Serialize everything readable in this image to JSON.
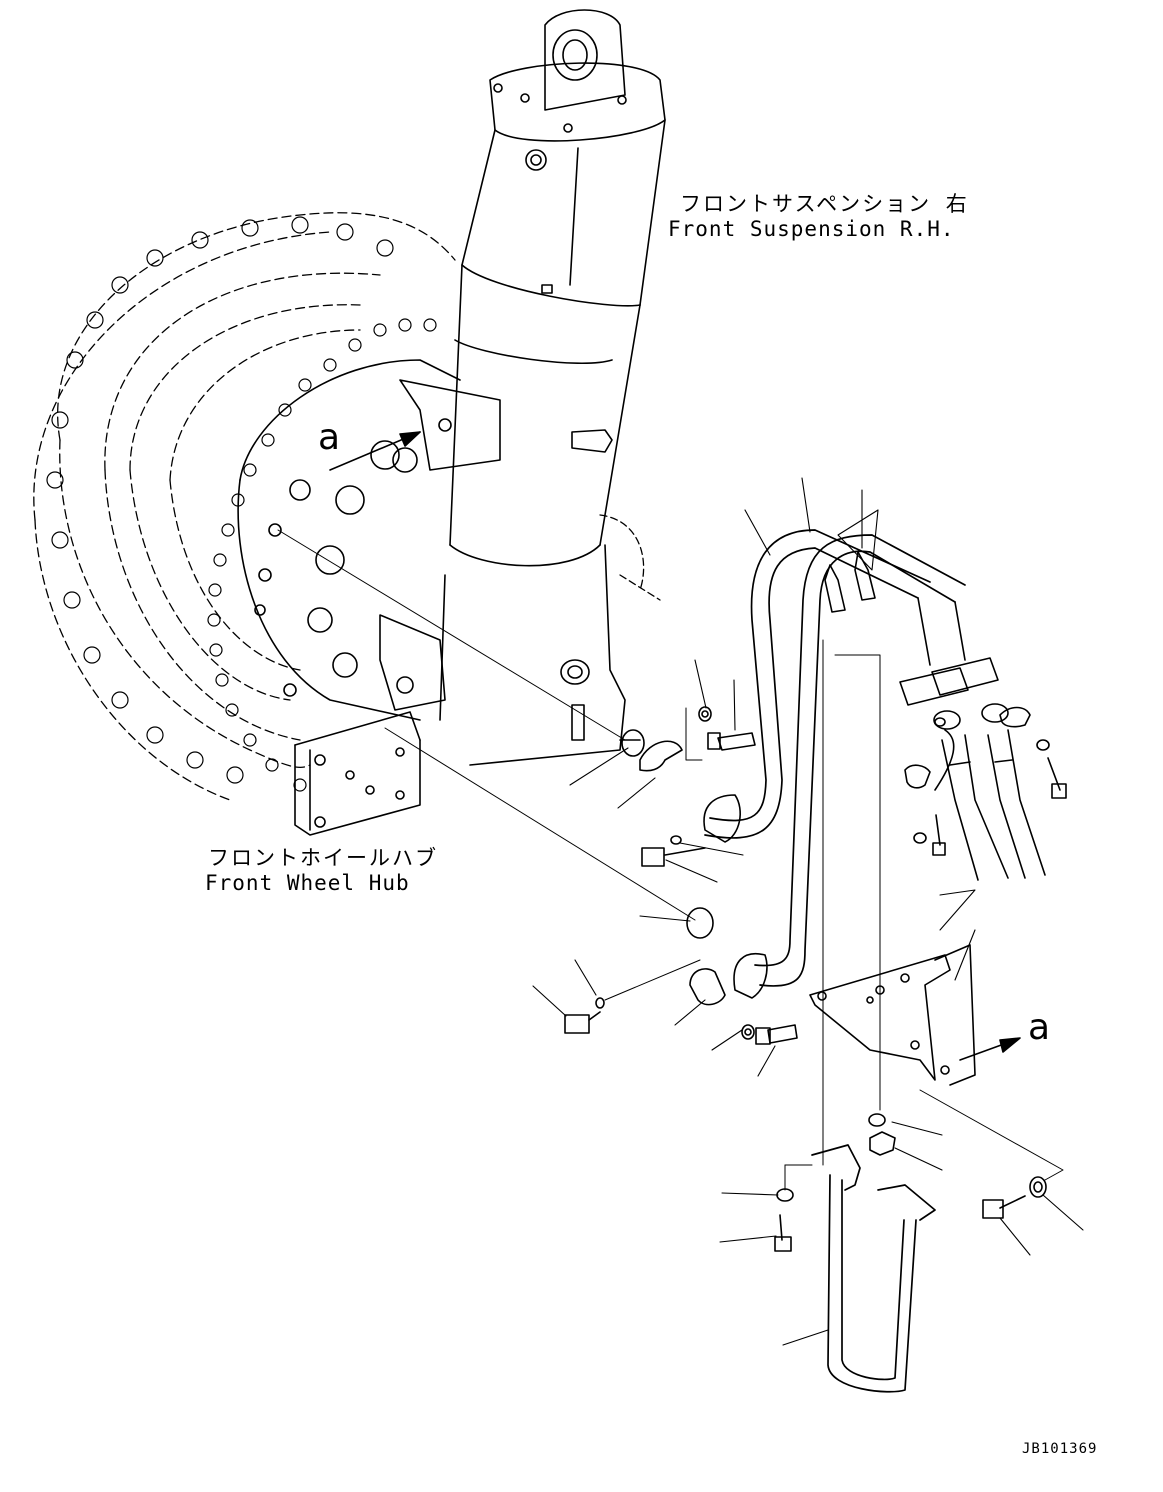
{
  "labels": {
    "front_suspension_jp": "フロントサスペンション 右",
    "front_suspension_en": "Front Suspension R.H.",
    "front_wheel_hub_jp": "フロントホイールハブ",
    "front_wheel_hub_en": "Front Wheel Hub",
    "view_ref_1": "a",
    "view_ref_2": "a",
    "drawing_code": "JB101369"
  },
  "colors": {
    "line": "#000000",
    "background": "#ffffff"
  }
}
